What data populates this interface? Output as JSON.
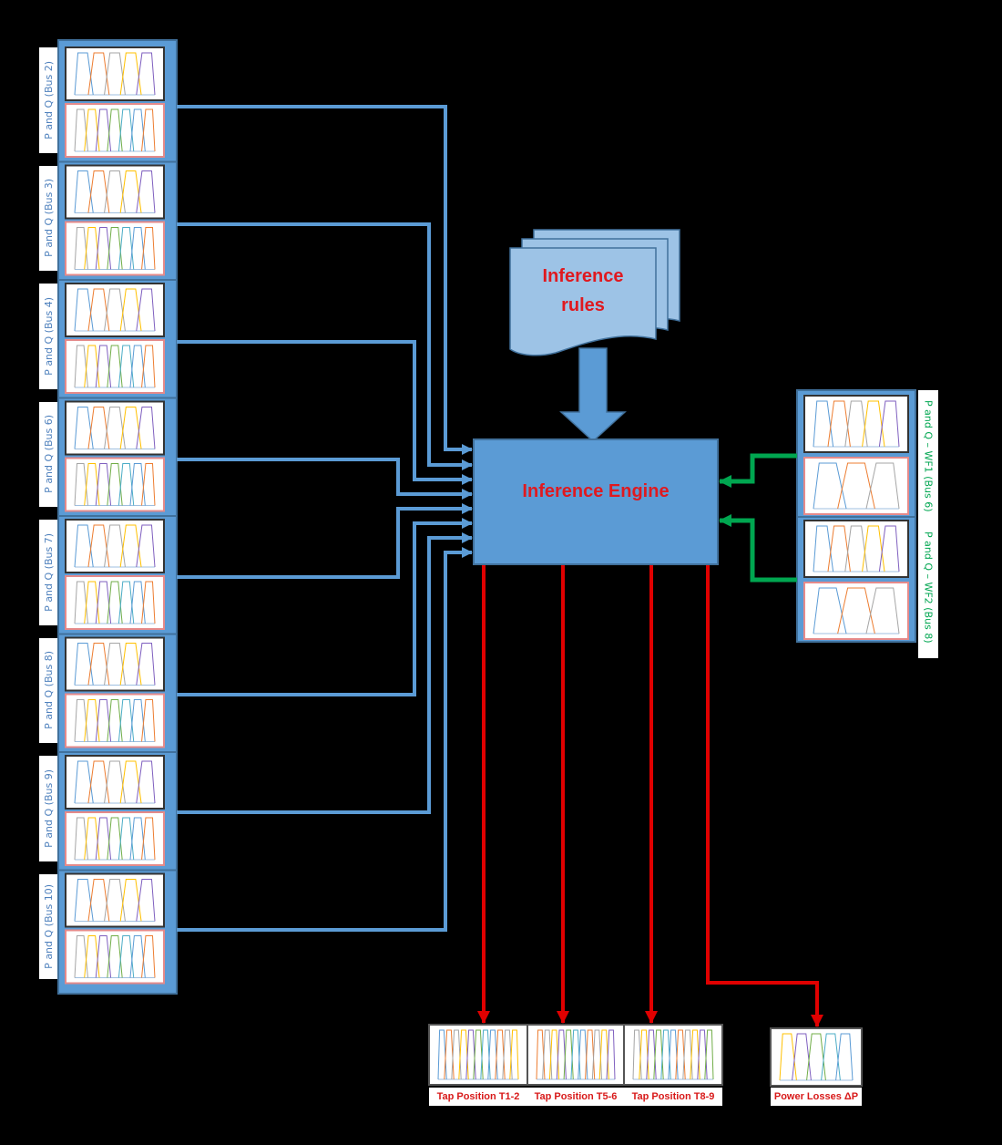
{
  "title": "Fuzzy inference system for tap position and power loss control",
  "inputs_left": [
    {
      "label": "P and Q (Bus 2)"
    },
    {
      "label": "P and Q (Bus 3)"
    },
    {
      "label": "P and Q (Bus 4)"
    },
    {
      "label": "P and Q (Bus 6)"
    },
    {
      "label": "P and Q (Bus 7)"
    },
    {
      "label": "P and Q (Bus 8)"
    },
    {
      "label": "P and Q (Bus 9)"
    },
    {
      "label": "P and Q (Bus 10)"
    }
  ],
  "inputs_right": [
    {
      "label": "P and Q – WF1 (Bus 6)"
    },
    {
      "label": "P and Q – WF2 (Bus 8)"
    }
  ],
  "rules": {
    "line1": "Inference",
    "line2": "rules"
  },
  "engine": {
    "label": "Inference Engine"
  },
  "outputs": [
    {
      "label": "Tap Position T1-2"
    },
    {
      "label": "Tap Position T5-6"
    },
    {
      "label": "Tap Position T8-9"
    },
    {
      "label": "Power Losses ΔP"
    }
  ],
  "colors": {
    "blue_line": "#5b9bd5",
    "block_fill": "#5b9bd5",
    "rules_fill": "#9dc3e6",
    "green_arrow": "#00a650",
    "red_arrow": "#e00000",
    "red_text": "#e0191f",
    "mf_colors": [
      "#5b9bd5",
      "#ed7d31",
      "#a5a5a5",
      "#ffc000",
      "#7f5fbf",
      "#70ad47",
      "#4bacc6"
    ]
  }
}
